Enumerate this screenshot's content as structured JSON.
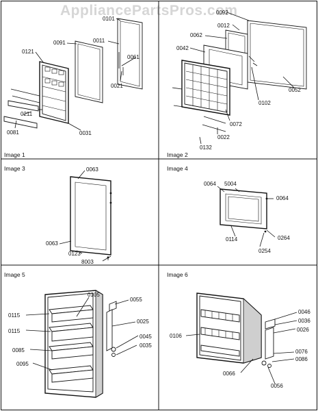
{
  "watermark": "AppliancePartsPros.com",
  "panels": [
    {
      "caption": "Image 1",
      "parts": [
        "0121",
        "0091",
        "0011",
        "0061",
        "0021",
        "0211",
        "0081",
        "0031",
        "0101"
      ]
    },
    {
      "caption": "Image 2",
      "parts": [
        "0092",
        "0012",
        "0062",
        "0042",
        "0052",
        "0102",
        "0072",
        "0022",
        "0132"
      ]
    },
    {
      "caption": "Image 3",
      "parts": [
        "0063",
        "0063",
        "0123",
        "8003"
      ]
    },
    {
      "caption": "Image 4",
      "parts": [
        "5004",
        "0064",
        "0064",
        "0114",
        "0264",
        "0254"
      ]
    },
    {
      "caption": "Image 5",
      "parts": [
        "0105",
        "0055",
        "0115",
        "0115",
        "0025",
        "0045",
        "0035",
        "0085",
        "0095"
      ]
    },
    {
      "caption": "Image 6",
      "parts": [
        "0046",
        "0036",
        "0026",
        "0106",
        "0076",
        "0086",
        "0066",
        "0056"
      ]
    }
  ]
}
